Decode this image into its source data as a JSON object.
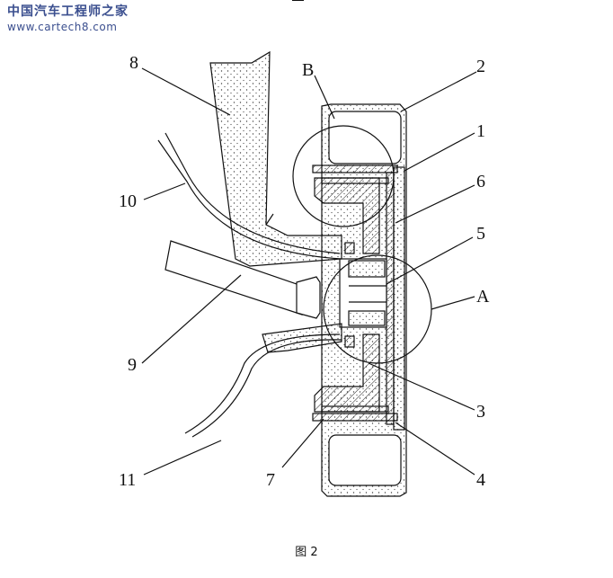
{
  "watermark": {
    "site_name": "中国汽车工程师之家",
    "url": "www.cartech8.com"
  },
  "labels": {
    "n1": "1",
    "n2": "2",
    "n3": "3",
    "n4": "4",
    "n5": "5",
    "n6": "6",
    "n7": "7",
    "n8": "8",
    "n9": "9",
    "n10": "10",
    "n11": "11",
    "A": "A",
    "B": "B"
  },
  "caption": "图 2"
}
